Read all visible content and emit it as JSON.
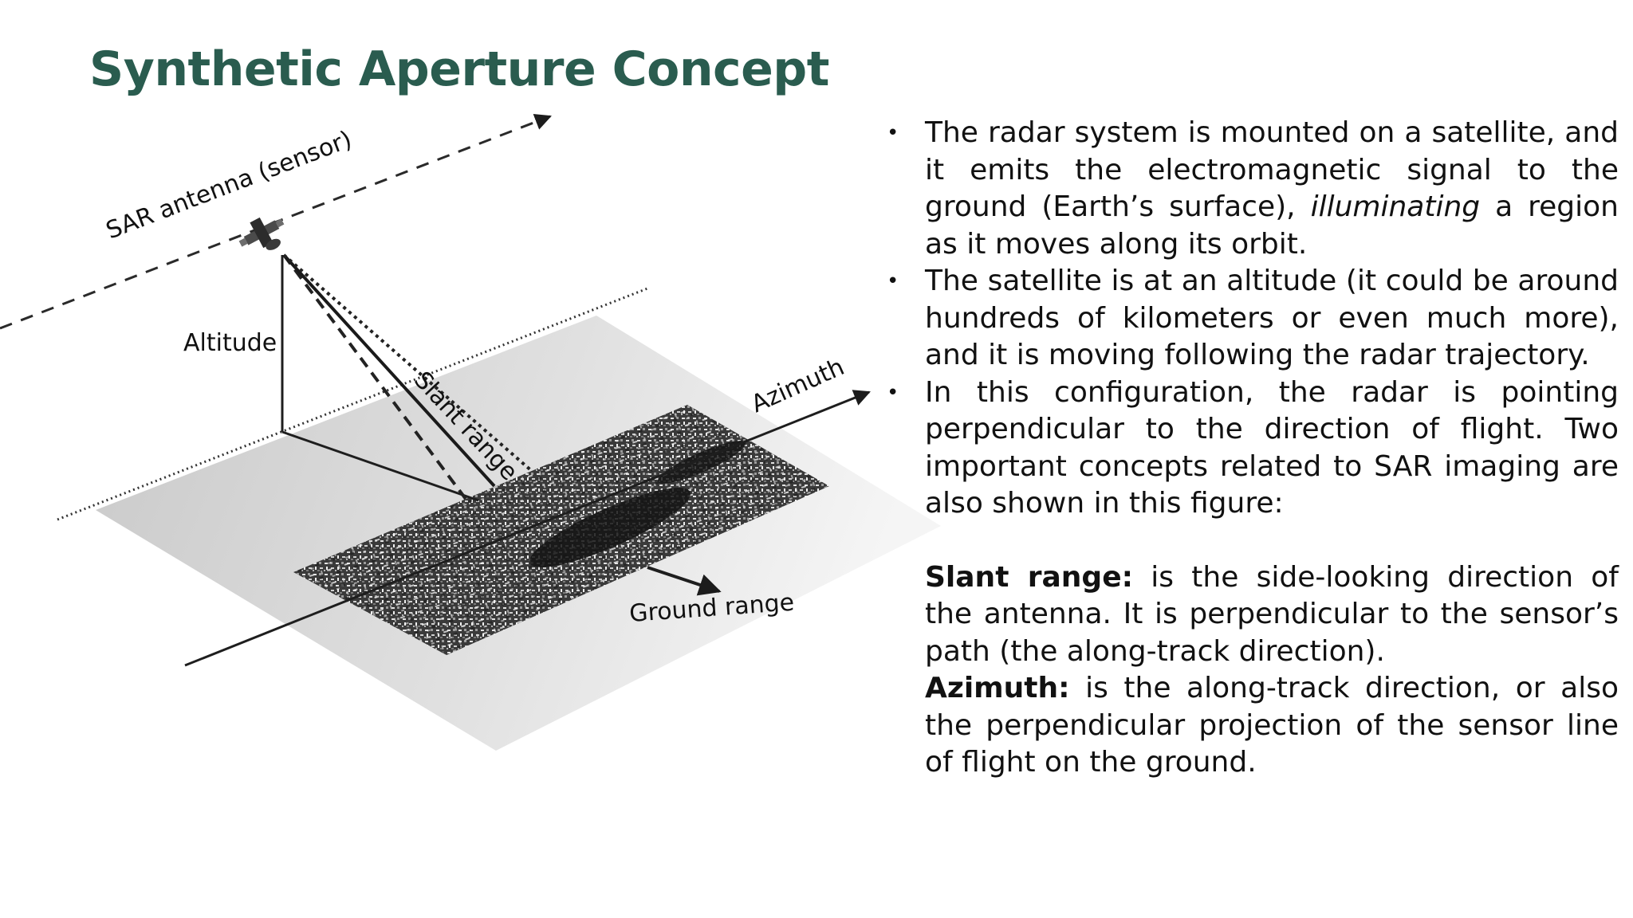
{
  "slide": {
    "title": "Synthetic Aperture Concept"
  },
  "figure": {
    "labels": {
      "sar_antenna": "SAR antenna (sensor)",
      "altitude": "Altitude",
      "slant_range": "Slant range",
      "azimuth": "Azimuth",
      "ground_range": "Ground range"
    }
  },
  "bullets": [
    {
      "parts": [
        "The radar system is mounted on a satellite, and it emits the electromagnetic signal to the ground (Earth’s surface), ",
        "illuminating",
        " a region as it moves along its orbit."
      ]
    },
    {
      "text": "The satellite is at an altitude (it could be around hundreds of kilometers or even much more), and it is moving following the radar trajectory."
    },
    {
      "text": "In this configuration, the radar is pointing perpendicular to the direction of flight. Two important concepts related to SAR imaging are also shown in this figure:"
    }
  ],
  "bullet_marker": "•",
  "definitions": [
    {
      "term": "Slant range:",
      "text": " is the side-looking direction of the antenna. It is perpendicular to the sensor’s path (the along-track direction)."
    },
    {
      "term": "Azimuth:",
      "text": " is the along-track direction, or also the perpendicular projection of the sensor line of flight on the ground."
    }
  ]
}
